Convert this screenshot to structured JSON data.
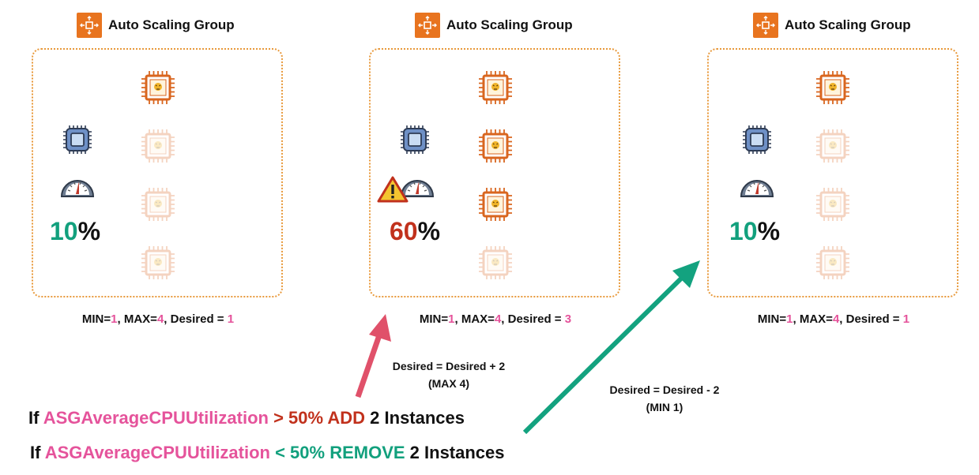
{
  "groups": [
    {
      "title": "Auto Scaling Group",
      "cpu_value": "10",
      "cpu_unit": "%",
      "cpu_status": "normal",
      "active_instances": 1,
      "total_slots": 4,
      "warning": false,
      "min_label": "MIN=",
      "min": "1",
      "max_label": ", MAX=",
      "max": "4",
      "desired_label": ", Desired = ",
      "desired": "1"
    },
    {
      "title": "Auto Scaling Group",
      "cpu_value": "60",
      "cpu_unit": "%",
      "cpu_status": "high",
      "active_instances": 3,
      "total_slots": 4,
      "warning": true,
      "min_label": "MIN=",
      "min": "1",
      "max_label": ", MAX=",
      "max": "4",
      "desired_label": ", Desired = ",
      "desired": "3"
    },
    {
      "title": "Auto Scaling Group",
      "cpu_value": "10",
      "cpu_unit": "%",
      "cpu_status": "normal",
      "active_instances": 1,
      "total_slots": 4,
      "warning": false,
      "min_label": "MIN=",
      "min": "1",
      "max_label": ", MAX=",
      "max": "4",
      "desired_label": ", Desired = ",
      "desired": "1"
    }
  ],
  "scale_out_note": {
    "line1": "Desired = Desired + 2",
    "line2": "(MAX 4)"
  },
  "scale_in_note": {
    "line1": "Desired = Desired - 2",
    "line2": "(MIN 1)"
  },
  "rule_add": {
    "if": "If ",
    "metric": "ASGAverageCPUUtilization",
    "condition": " > 50% ADD",
    "rest": " 2 Instances"
  },
  "rule_remove": {
    "if": "If ",
    "metric": "ASGAverageCPUUtilization",
    "condition": " < 50% REMOVE",
    "rest": " 2 Instances"
  },
  "colors": {
    "aws_orange": "#e8741f",
    "instance_orange": "#d9661f",
    "cpu_blue": "#6e90c6",
    "green": "#12a07d",
    "red": "#c1311c",
    "pink": "#e5539b",
    "arrow_pink": "#e0516a",
    "arrow_green": "#13a27f"
  },
  "icons": [
    "auto-scaling-icon",
    "ec2-instance-icon",
    "cpu-icon",
    "gauge-icon",
    "warning-icon"
  ]
}
